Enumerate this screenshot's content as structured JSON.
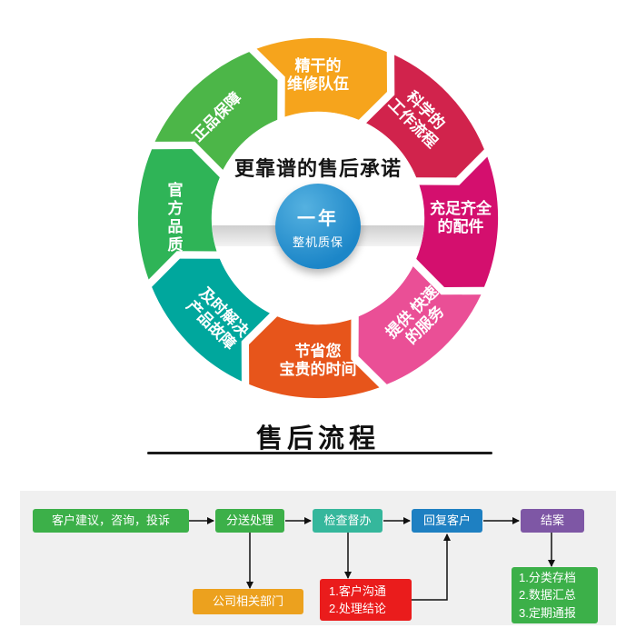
{
  "wheel": {
    "center_title": "更靠谱的售后承诺",
    "badge": {
      "line1": "一年",
      "line2": "整机质保",
      "color": "#1c86c8"
    },
    "segments": [
      {
        "id": "team",
        "lines": [
          "精干的",
          "维修队伍"
        ],
        "color": "#f6a41c",
        "angle": -90,
        "rotation": 0
      },
      {
        "id": "workflow",
        "lines": [
          "科学的",
          "工作流程"
        ],
        "color": "#d1234c",
        "angle": -45,
        "rotation": 45
      },
      {
        "id": "parts",
        "lines": [
          "充足齐全",
          "的配件"
        ],
        "color": "#d40f6e",
        "angle": 0,
        "rotation": 0
      },
      {
        "id": "service",
        "lines": [
          "提供 快速",
          "的服务"
        ],
        "color": "#ea4f96",
        "angle": 45,
        "rotation": -45
      },
      {
        "id": "time",
        "lines": [
          "节省您",
          "宝贵的时间"
        ],
        "color": "#e7551b",
        "angle": 90,
        "rotation": 0
      },
      {
        "id": "repair",
        "lines": [
          "及时解决",
          "产品故障"
        ],
        "color": "#00a79d",
        "angle": 135,
        "rotation": 45
      },
      {
        "id": "official",
        "lines": [
          "官",
          "方",
          "品",
          "质"
        ],
        "color": "#2fb457",
        "angle": 180,
        "rotation": 0
      },
      {
        "id": "genuine",
        "lines": [
          "正品保障"
        ],
        "color": "#4cb648",
        "angle": -135,
        "rotation": -45
      }
    ]
  },
  "section_title": "售后流程",
  "flow": {
    "steps": [
      {
        "id": "feedback",
        "label": "客户建议，咨询，投诉",
        "color": "#3cb049"
      },
      {
        "id": "dispatch",
        "label": "分送处理",
        "color": "#3cb049"
      },
      {
        "id": "inspect",
        "label": "检查督办",
        "color": "#35b79c"
      },
      {
        "id": "reply",
        "label": "回复客户",
        "color": "#1e80c2"
      },
      {
        "id": "close",
        "label": "结案",
        "color": "#7e57a5"
      }
    ],
    "sub_boxes": [
      {
        "id": "departments",
        "lines": [
          "公司相关部门"
        ],
        "color": "#eca11e"
      },
      {
        "id": "conclusion",
        "lines": [
          "1.客户沟通",
          "2.处理结论"
        ],
        "color": "#ea1c1c"
      },
      {
        "id": "archive",
        "lines": [
          "1.分类存档",
          "2.数据汇总",
          "3.定期通报"
        ],
        "color": "#3cb049"
      }
    ]
  }
}
